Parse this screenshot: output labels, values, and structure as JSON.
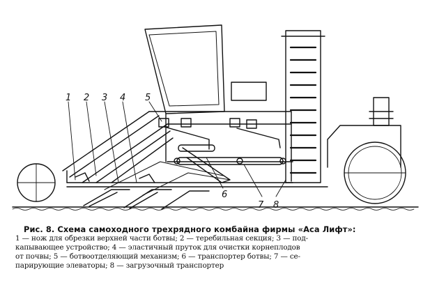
{
  "figure": {
    "callouts": [
      "1",
      "2",
      "3",
      "4",
      "5",
      "6",
      "7",
      "8"
    ]
  },
  "caption": {
    "title": "Рис. 8. Схема самоходного трехрядного комбайна фирмы «Аса Лифт»:",
    "lines": [
      "1 — нож для обрезки верхней части ботвы; 2 — теребильная секция; 3 — под-",
      "капывающее устройство; 4 — эластичный пруток для очистки корнеплодов",
      "от почвы; 5 — ботвоотделяющий механизм; 6 — транспортер ботвы; 7 — се-",
      "парирующие элеваторы; 8 — загрузочный транспортер"
    ]
  }
}
